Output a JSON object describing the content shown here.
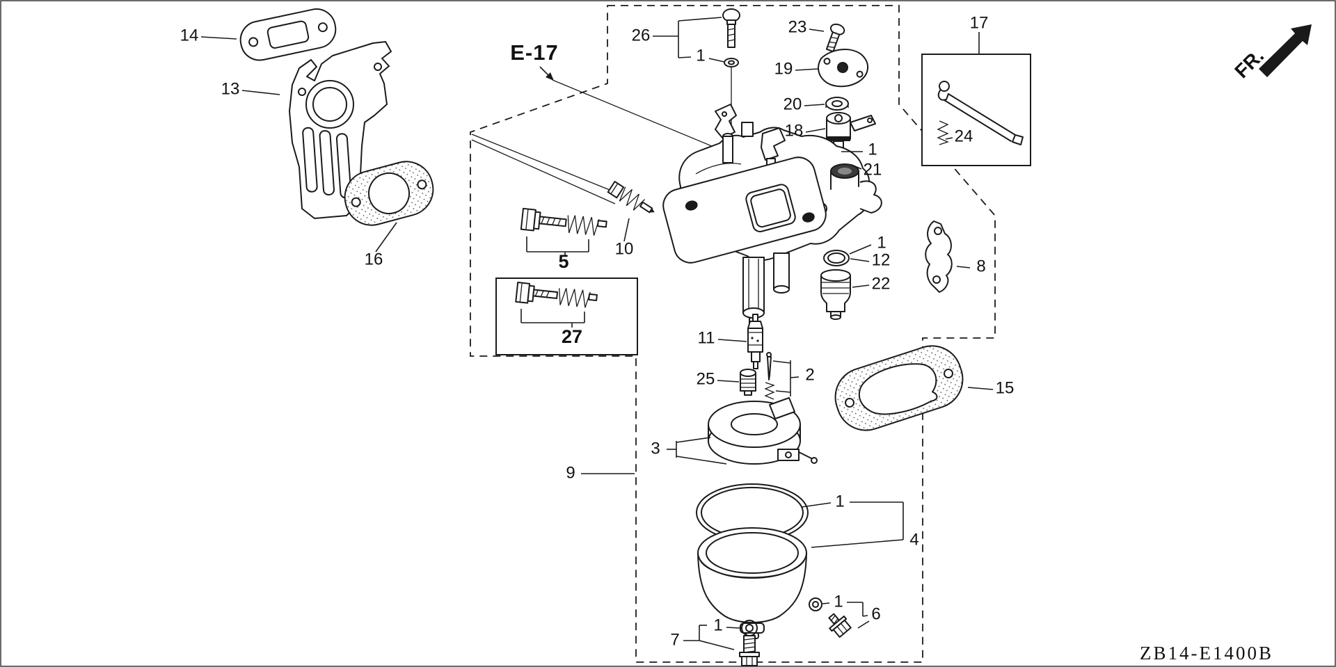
{
  "colors": {
    "ink": "#1a1a1a",
    "background": "#ffffff"
  },
  "diagram": {
    "code": "ZB14-E1400B",
    "view_ref": "E-17",
    "direction": "FR.",
    "callouts": [
      {
        "text": "14"
      },
      {
        "text": "13"
      },
      {
        "text": "16"
      },
      {
        "text": "26"
      },
      {
        "text": "1"
      },
      {
        "text": "23"
      },
      {
        "text": "19"
      },
      {
        "text": "20"
      },
      {
        "text": "18"
      },
      {
        "text": "1"
      },
      {
        "text": "21"
      },
      {
        "text": "17"
      },
      {
        "text": "24"
      },
      {
        "text": "5"
      },
      {
        "text": "10"
      },
      {
        "text": "1"
      },
      {
        "text": "12"
      },
      {
        "text": "22"
      },
      {
        "text": "8"
      },
      {
        "text": "27"
      },
      {
        "text": "11"
      },
      {
        "text": "25"
      },
      {
        "text": "2"
      },
      {
        "text": "3"
      },
      {
        "text": "9"
      },
      {
        "text": "15"
      },
      {
        "text": "1"
      },
      {
        "text": "4"
      },
      {
        "text": "1"
      },
      {
        "text": "6"
      },
      {
        "text": "1"
      },
      {
        "text": "7"
      }
    ]
  }
}
